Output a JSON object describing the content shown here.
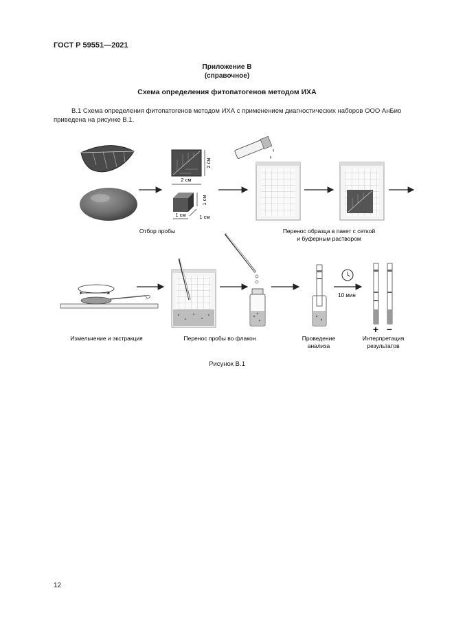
{
  "doc": {
    "standard": "ГОСТ Р 59551—2021",
    "appendix": "Приложение В",
    "appendix_type": "(справочное)",
    "title": "Схема определения фитопатогенов методом ИХА",
    "paragraph_line1": "В.1 Схема определения фитопатогенов методом ИХА с применением диагностических наборов ООО АнБио",
    "paragraph_line2": "приведена на рисунке В.1.",
    "figure_caption": "Рисунок В.1",
    "page_number": "12"
  },
  "figure": {
    "dim_2cm_v": "2 см",
    "dim_2cm_h": "2 см",
    "dim_1cm_v": "1 см",
    "dim_1cm_h": "1 см",
    "dim_1cm_d": "1 см",
    "time": "10 мин",
    "step1": "Отбор пробы",
    "step2_line1": "Перенос образца в пакет с сеткой",
    "step2_line2": "и буферным раствором",
    "step3": "Измельчение и экстракция",
    "step4": "Перенос пробы во флакон",
    "step5_line1": "Проведение",
    "step5_line2": "анализа",
    "step6_line1": "Интерпретация",
    "step6_line2": "результатов",
    "plus": "+",
    "minus": "−"
  }
}
